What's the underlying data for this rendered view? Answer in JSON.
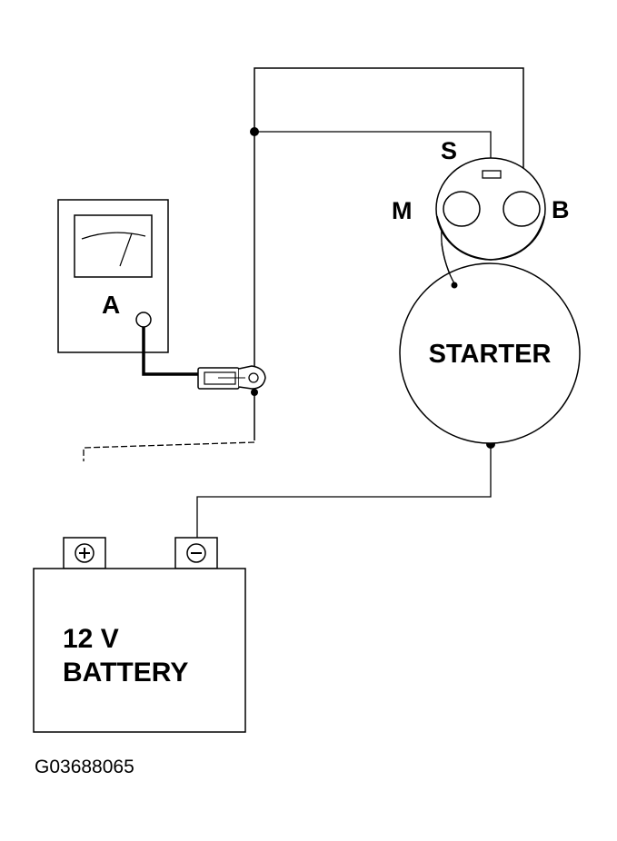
{
  "meter": {
    "label": "A"
  },
  "starter": {
    "label": "STARTER",
    "terminal_s": "S",
    "terminal_m": "M",
    "terminal_b": "B"
  },
  "battery": {
    "line1": "12 V",
    "line2": "BATTERY"
  },
  "figure_code": "G03688065",
  "icons": [
    "plus-icon",
    "minus-icon"
  ]
}
